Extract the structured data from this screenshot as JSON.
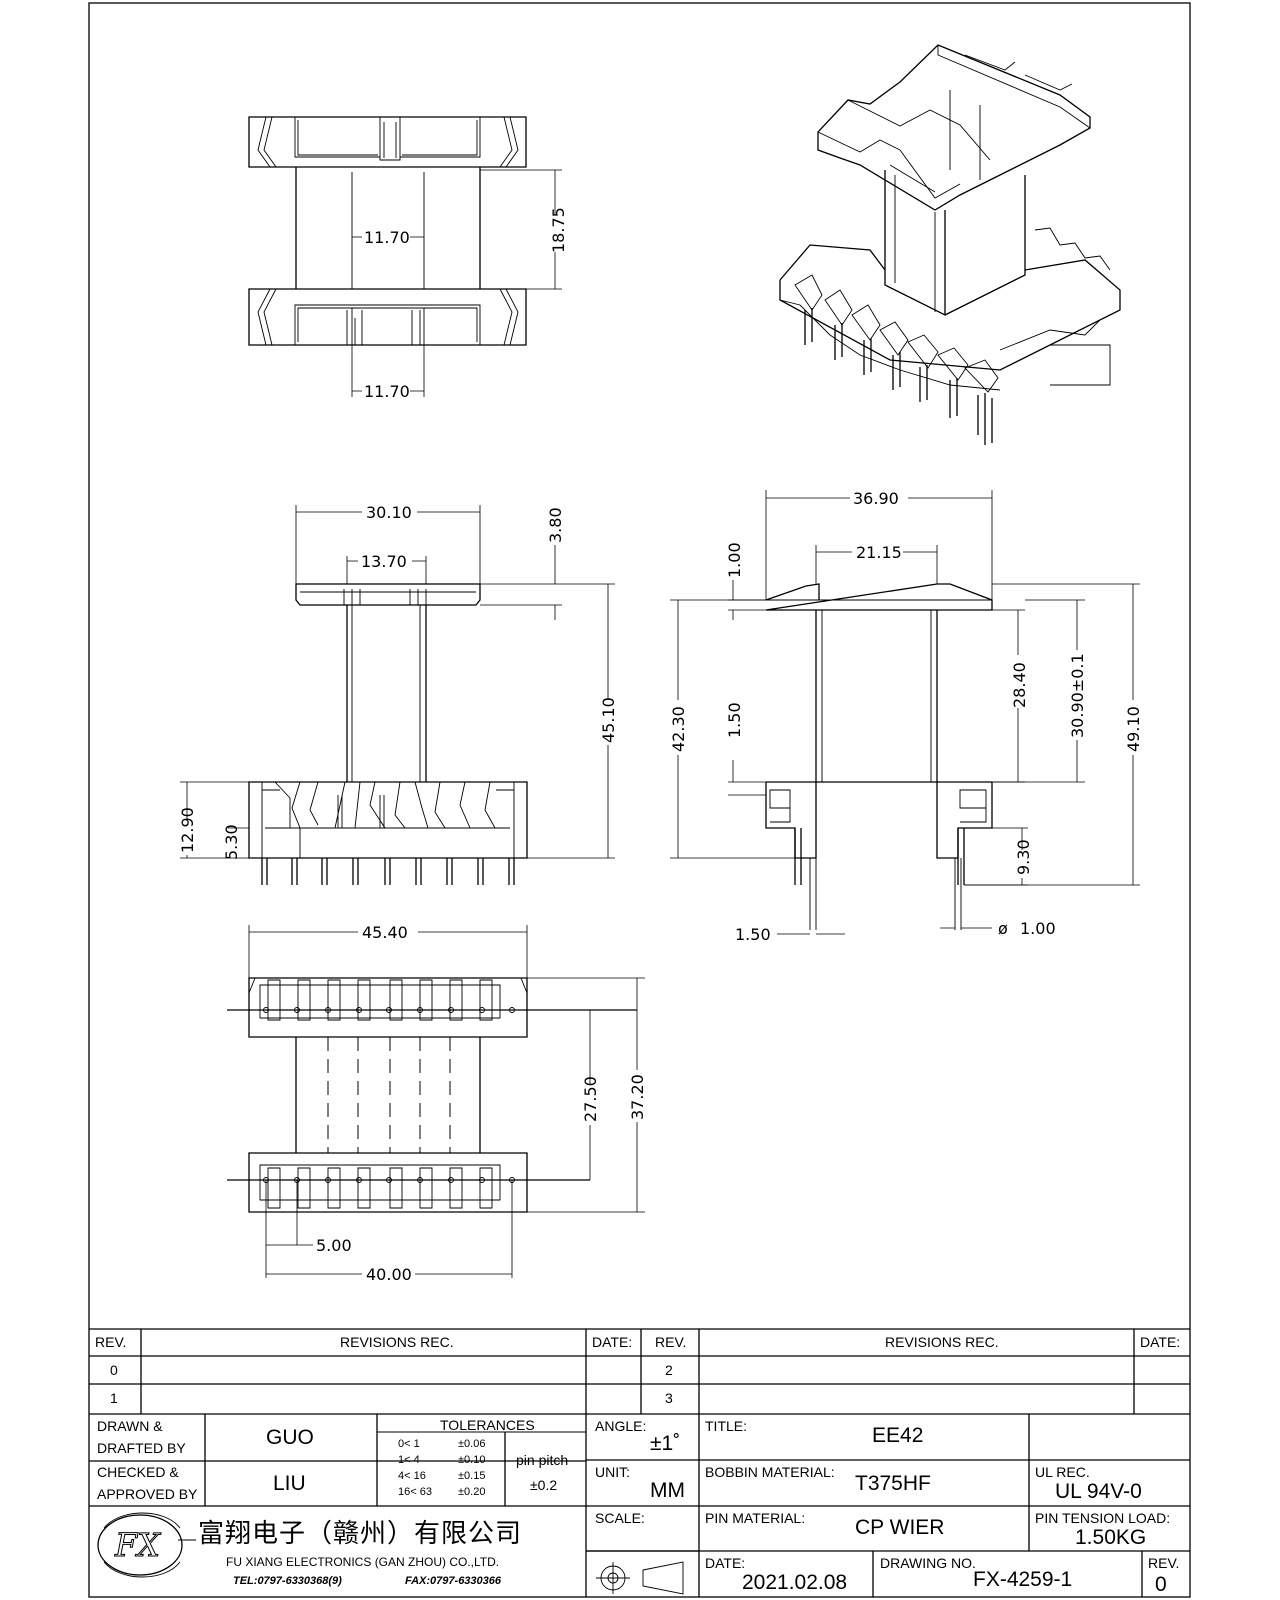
{
  "dimensions": {
    "top_view": {
      "inner_width": "11.70",
      "height": "18.75",
      "slot_width": "11.70"
    },
    "front_view": {
      "flange_width": "30.10",
      "flange_thickness": "3.80",
      "core_width": "13.70",
      "total_height": "45.10",
      "base_height": "12.90",
      "pin_offset": "5.30"
    },
    "side_view": {
      "width": "36.90",
      "inner_width": "21.15",
      "top_offset": "1.00",
      "inner_height": "28.40",
      "window_height": "30.90±0.1",
      "total_height": "49.10",
      "body_height": "42.30",
      "step": "1.50",
      "pin_length": "9.30",
      "pin_gap": "1.50",
      "pin_dia_symbol": "ø",
      "pin_dia": "1.00"
    },
    "bottom_view": {
      "length": "45.40",
      "row_pitch": "27.50",
      "width": "37.20",
      "pin_pitch": "5.00",
      "pin_span": "40.00"
    }
  },
  "revisions": {
    "left_headers": [
      "REV.",
      "REVISIONS   REC.",
      "DATE:"
    ],
    "right_headers": [
      "REV.",
      "REVISIONS   REC.",
      "DATE:"
    ],
    "left_revs": [
      "0",
      "1"
    ],
    "right_revs": [
      "2",
      "3"
    ]
  },
  "title_block": {
    "drawn_label_1": "DRAWN  &",
    "drawn_label_2": "DRAFTED BY",
    "drawn_value": "GUO",
    "checked_label_1": "CHECKED &",
    "checked_label_2": "APPROVED BY",
    "checked_value": "LIU",
    "tolerances_label": "TOLERANCES",
    "tolerance_rows": [
      {
        "range": "0<   1",
        "value": "±0.06"
      },
      {
        "range": "1<   4",
        "value": "±0.10"
      },
      {
        "range": "4<   16",
        "value": "±0.15"
      },
      {
        "range": "16<   63",
        "value": "±0.20"
      }
    ],
    "pin_pitch_label": "pin pitch",
    "pin_pitch_value": "±0.2",
    "angle_label": "ANGLE:",
    "angle_value": "±1˚",
    "unit_label": "UNIT:",
    "unit_value": "MM",
    "scale_label": "SCALE:",
    "title_label": "TITLE:",
    "title_value": "EE42",
    "bobbin_label": "BOBBIN  MATERIAL:",
    "bobbin_value": "T375HF",
    "ul_label": "UL  REC.",
    "ul_value": "UL  94V-0",
    "pin_material_label": "PIN  MATERIAL:",
    "pin_material_value": "CP  WIER",
    "tension_label": "PIN  TENSION  LOAD:",
    "tension_value": "1.50KG",
    "date_label": "DATE:",
    "date_value": "2021.02.08",
    "drawing_no_label": "DRAWING  NO.",
    "drawing_no_value": "FX-4259-1",
    "rev_label": "REV.",
    "rev_value": "0",
    "company_cn": "富翔电子（赣州）有限公司",
    "company_en": "FU XIANG ELECTRONICS (GAN ZHOU) CO.,LTD.",
    "tel": "TEL:0797-6330368(9)",
    "fax": "FAX:0797-6330366",
    "logo_text": "FX"
  }
}
